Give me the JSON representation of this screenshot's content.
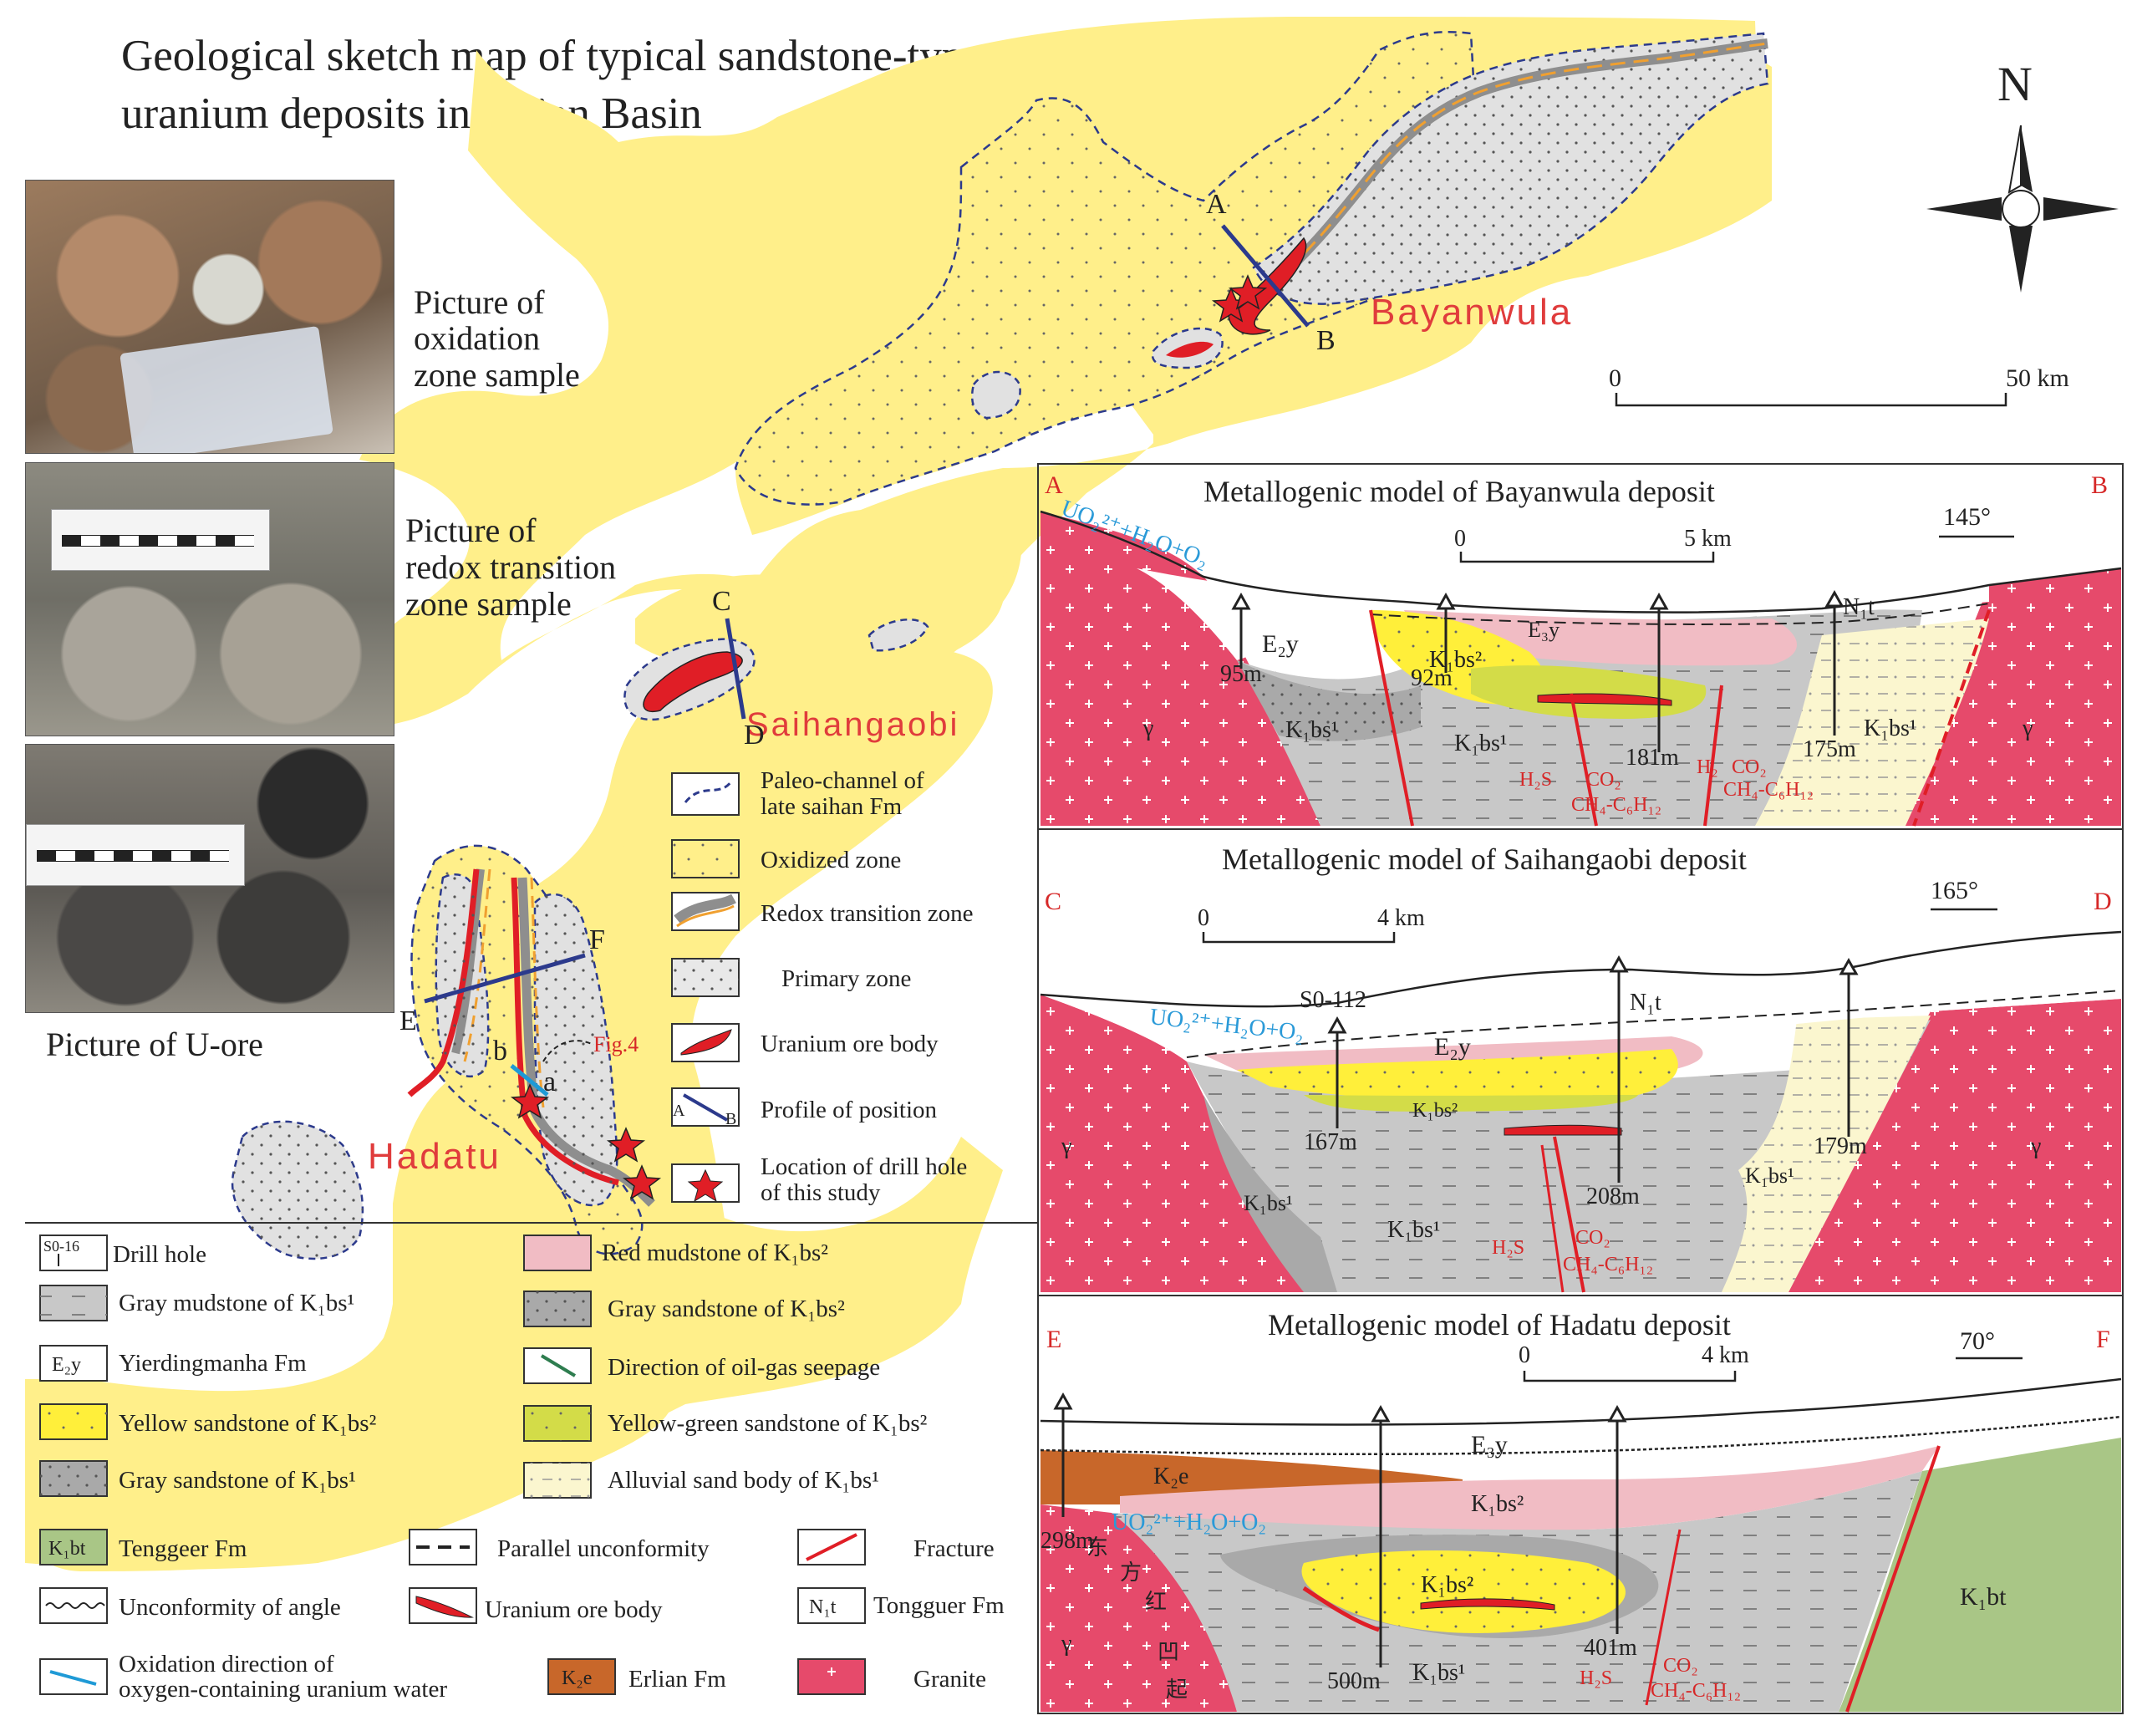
{
  "title": {
    "line1": "Geological sketch map of typical sandstone-type",
    "line2": "uranium deposits in Erlian Basin"
  },
  "north_label": "N",
  "scale": {
    "zero": "0",
    "end": "50 km"
  },
  "photos": {
    "oxidation": [
      "Picture of",
      "oxidation",
      "zone sample"
    ],
    "redox": [
      "Picture of",
      "redox transition",
      "zone sample"
    ],
    "u_ore": "Picture of U-ore"
  },
  "place_names": {
    "bayanwula": "Bayanwula",
    "saihangaobi": "Saihangaobi",
    "hadatu": "Hadatu"
  },
  "profile_labels": {
    "a": "A",
    "b": "B",
    "c": "C",
    "d": "D",
    "e": "E",
    "f": "F",
    "small_a": "a",
    "small_b": "b",
    "fig": "Fig.4"
  },
  "map_legend": {
    "paleo_channel": [
      "Paleo-channel of",
      "late saihan Fm"
    ],
    "oxidized": "Oxidized zone",
    "redox": "Redox transition zone",
    "primary": "Primary zone",
    "ore": "Uranium ore body",
    "profile": "Profile of position",
    "drill": [
      "Location of drill hole",
      "of this study"
    ],
    "profile_a": "A",
    "profile_b": "B"
  },
  "section_bayanwula": {
    "title": "Metallogenic model of Bayanwula  deposit",
    "left": "A",
    "right": "B",
    "azimuth": "145°",
    "scale0": "0",
    "scale_end": "5 km",
    "water": "UO₂²⁺+H₂O+O₂",
    "e2y": "E₂y",
    "e3y": "E₃y",
    "n1t": "N₁t",
    "k1bs2": "K₁bs²",
    "k1bs1a": "K₁bs¹",
    "k1bs1b": "K₁bs¹",
    "k1bs1c": "K₁bs¹",
    "gamma": "γ",
    "d95": "95m",
    "d92": "92m",
    "d181": "181m",
    "d175": "175m",
    "h2s": "H₂S",
    "co2": "CO₂",
    "ch4": "CH₄-C₆H₁₂",
    "h2": "H₂",
    "co2b": "CO₂",
    "ch4b": "CH₄-C₆H₁₂"
  },
  "section_saihangaobi": {
    "title": "Metallogenic model of Saihangaobi  deposit",
    "left": "C",
    "right": "D",
    "azimuth": "165°",
    "scale0": "0",
    "scale_end": "4 km",
    "hole": "S0-112",
    "water": "UO₂²⁺+H₂O+O₂",
    "e2y": "E₂y",
    "n1t": "N₁t",
    "k1bs2": "K₁bs²",
    "k1bs1a": "K₁bs¹",
    "k1bs1b": "K₁bs¹",
    "k1bs1c": "K₁bs¹",
    "gamma": "γ",
    "d167": "167m",
    "d208": "208m",
    "d179": "179m",
    "h2s": "H₂S",
    "co2": "CO₂",
    "ch4": "CH₄-C₆H₁₂"
  },
  "section_hadatu": {
    "title": "Metallogenic model of Hadatu  deposit",
    "left": "E",
    "right": "F",
    "azimuth": "70°",
    "scale0": "0",
    "scale_end": "4 km",
    "e3y": "E₃y",
    "k2e": "K₂e",
    "k1bs2a": "K₁bs²",
    "k1bs2b": "K₁bs²",
    "k1bs1": "K₁bs¹",
    "k1bt": "K₁bt",
    "water": "UO₂²⁺+H₂O+O₂",
    "d298": "298m",
    "d500": "500m",
    "d401": "401m",
    "h2s": "H₂S",
    "co2": "CO₂",
    "ch4": "CH₄-C₆H₁₂",
    "gamma": "γ",
    "chinese": [
      "东",
      "方",
      "红",
      "凹",
      "起"
    ]
  },
  "bottom_legend": {
    "drill_icon": "S0-16",
    "drill": "Drill hole",
    "gray_mud": "Gray mudstone of K₁bs¹",
    "yierding_icon": "E₂y",
    "yierding": "Yierdingmanha Fm",
    "yellow_ss": "Yellow sandstone of K₁bs²",
    "gray_ss1": "Gray sandstone of K₁bs¹",
    "tengg_icon": "K₁bt",
    "tenggeer": "Tenggeer Fm",
    "unconf_angle": "Unconformity of angle",
    "oxid_dir": [
      "Oxidation direction of",
      "oxygen-containing uranium water"
    ],
    "red_mud": "Red mudstone of K₁bs²",
    "gray_ss2": "Gray sandstone of K₁bs²",
    "oil_gas": "Direction of oil-gas seepage",
    "yg_ss": "Yellow-green sandstone of K₁bs²",
    "alluvial": "Alluvial sand body of K₁bs¹",
    "parallel": "Parallel unconformity",
    "ore2": "Uranium ore body",
    "erlian_icon": "K₂e",
    "erlian": "Erlian Fm",
    "fracture": "Fracture",
    "tongg_icon": "N₁t",
    "tongguer": "Tongguer Fm",
    "granite": "Granite"
  },
  "colors": {
    "oxidized": "#ffef8a",
    "channel_border": "#2c3a8c",
    "ore": "#e01e26",
    "granite": "#e64a6b",
    "pink_mud": "#f1bcc4",
    "gray": "#c8c8c8",
    "erlian": "#c8672a",
    "tenggeer": "#a9c686",
    "yg": "#d3dc48",
    "alluvial": "#fbf6cf",
    "place": "#e03c3c",
    "water": "#2a9ad8"
  }
}
